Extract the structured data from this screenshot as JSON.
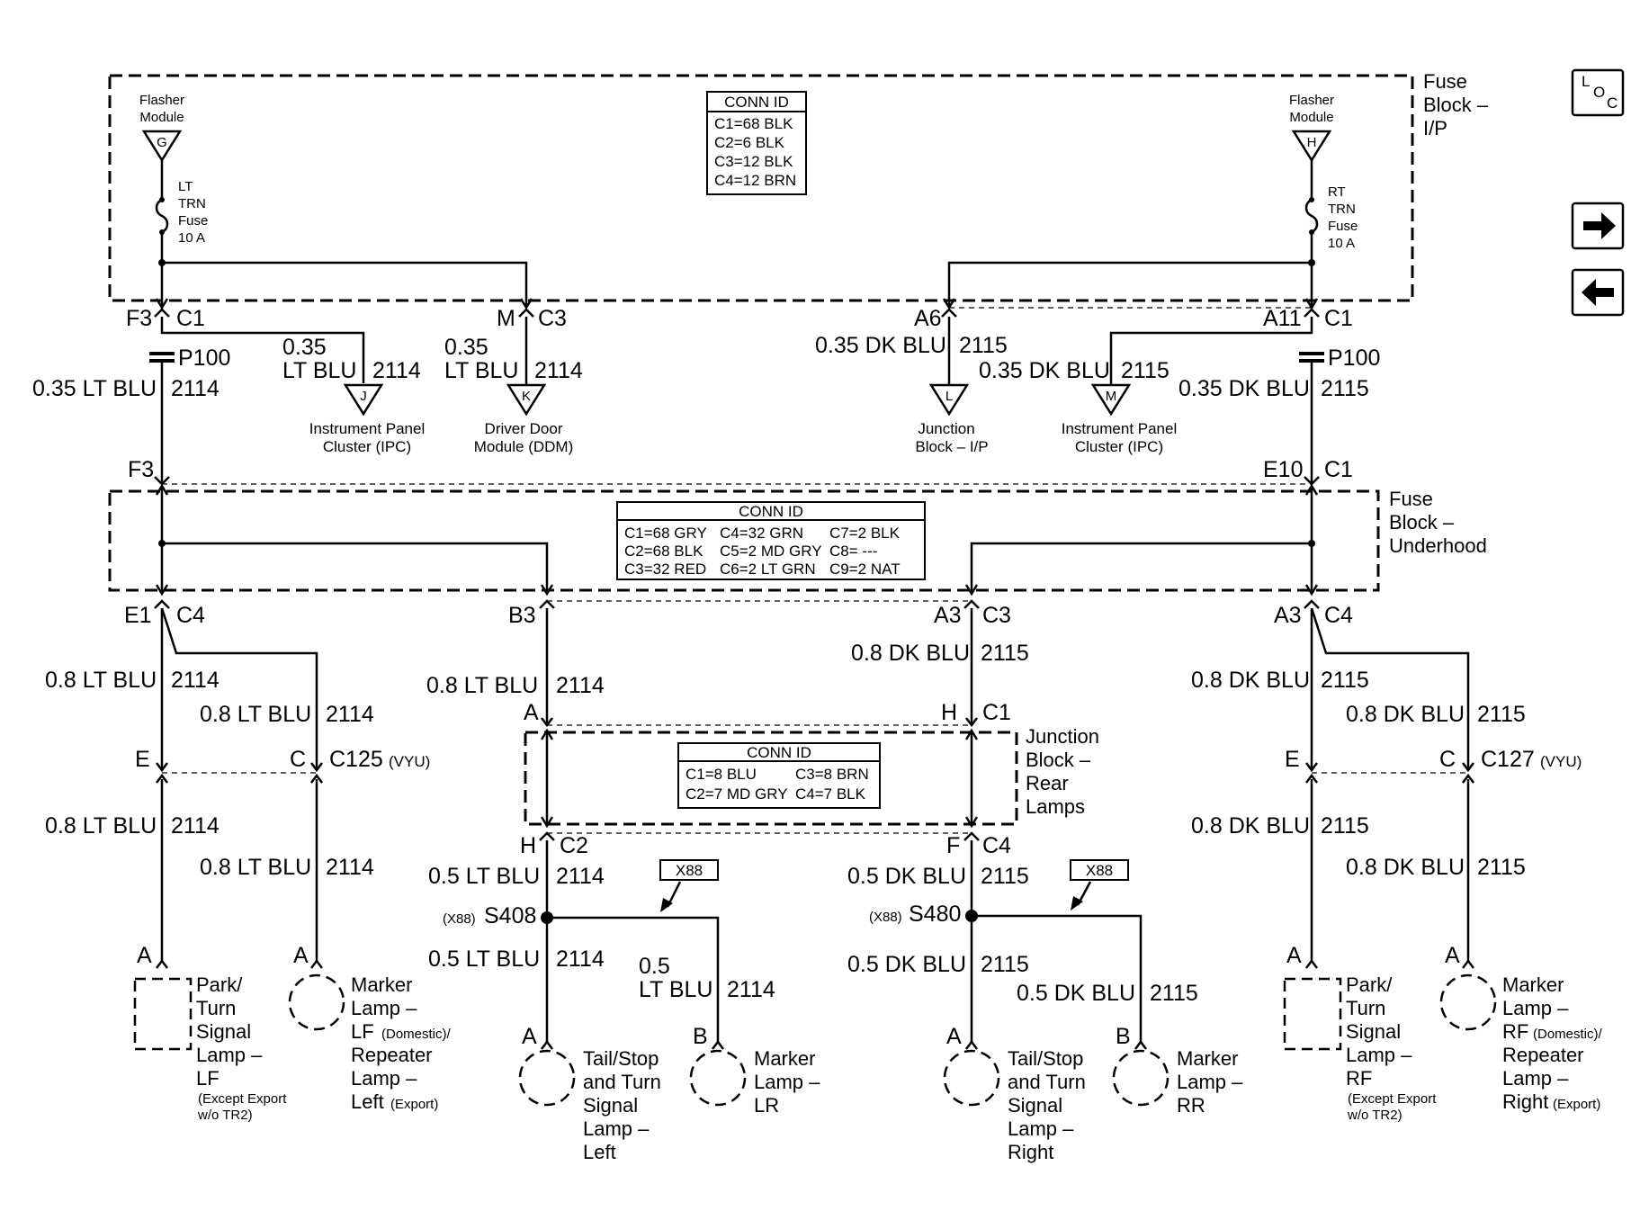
{
  "nav": {
    "loc": [
      "L",
      "O",
      "C"
    ],
    "next_icon": "right-arrow-icon",
    "prev_icon": "left-arrow-icon"
  },
  "blocks": {
    "ip": [
      "Fuse",
      "Block –",
      "I/P"
    ],
    "underhood": [
      "Fuse",
      "Block –",
      "Underhood"
    ],
    "rear": [
      "Junction",
      "Block –",
      "Rear",
      "Lamps"
    ]
  },
  "conn_ids": {
    "ip": {
      "title": "CONN ID",
      "rows": [
        "C1=68 BLK",
        "C2=6 BLK",
        "C3=12 BLK",
        "C4=12 BRN"
      ]
    },
    "underhood": {
      "title": "CONN ID",
      "rows": [
        [
          "C1=68 GRY",
          "C4=32 GRN",
          "C7=2 BLK"
        ],
        [
          "C2=68 BLK",
          "C5=2 MD GRY",
          "C8= ---"
        ],
        [
          "C3=32 RED",
          "C6=2 LT GRN",
          "C9=2 NAT"
        ]
      ]
    },
    "rear": {
      "title": "CONN ID",
      "rows": [
        [
          "C1=8 BLU",
          "C3=8 BRN"
        ],
        [
          "C2=7 MD GRY",
          "C4=7 BLK"
        ]
      ]
    }
  },
  "flasher": {
    "left": {
      "label": [
        "Flasher",
        "Module"
      ],
      "pin": "G",
      "fuse": [
        "LT",
        "TRN",
        "Fuse",
        "10 A"
      ]
    },
    "right": {
      "label": [
        "Flasher",
        "Module"
      ],
      "pin": "H",
      "fuse": [
        "RT",
        "TRN",
        "Fuse",
        "10 A"
      ]
    }
  },
  "destinations": {
    "j": {
      "pin": "J",
      "label": [
        "Instrument Panel",
        "Cluster (IPC)"
      ]
    },
    "k": {
      "pin": "K",
      "label": [
        "Driver Door",
        "Module (DDM)"
      ]
    },
    "l": {
      "pin": "L",
      "label": [
        "Junction",
        "Block – I/P"
      ]
    },
    "m": {
      "pin": "M",
      "label": [
        "Instrument Panel",
        "Cluster (IPC)"
      ]
    }
  },
  "pins": {
    "f3_top": "F3",
    "c1_left": "C1",
    "m": "M",
    "c3_top": "C3",
    "a6": "A6",
    "a11": "A11",
    "c1_right": "C1",
    "p100": "P100",
    "f3_mid": "F3",
    "e10": "E10",
    "c1_mid": "C1",
    "e1": "E1",
    "c4_left": "C4",
    "b3": "B3",
    "a3_mid": "A3",
    "c3_mid": "C3",
    "a3_right": "A3",
    "c4_right": "C4",
    "a_rear": "A",
    "h_rear": "H",
    "c1_rear": "C1",
    "h_c2": "H",
    "c2": "C2",
    "f_c4": "F",
    "c4_rear": "C4",
    "e": "E",
    "c": "C",
    "c125": "C125",
    "c127": "C127",
    "vyu": "(VYU)",
    "s408": "S408",
    "s480": "S480",
    "x88_small": "(X88)",
    "x88": "X88",
    "a": "A",
    "b": "B"
  },
  "wires": {
    "035": "0.35",
    "lt_blu": "LT BLU",
    "dk_blu": "DK BLU",
    "035_lt_blu": "0.35 LT BLU",
    "035_dk_blu": "0.35 DK BLU",
    "08_lt_blu": "0.8 LT BLU",
    "08_dk_blu": "0.8 DK BLU",
    "05_lt_blu": "0.5 LT BLU",
    "05_dk_blu": "0.5 DK BLU",
    "05": "0.5",
    "c2114": "2114",
    "c2115": "2115"
  },
  "lamps": {
    "park_lf": [
      "Park/",
      "Turn",
      "Signal",
      "Lamp –",
      "LF"
    ],
    "park_rf": [
      "Park/",
      "Turn",
      "Signal",
      "Lamp –",
      "RF"
    ],
    "except": [
      "(Except Export",
      "w/o TR2)"
    ],
    "marker_lf": [
      "Marker",
      "Lamp –",
      "LF",
      "(Domestic)/",
      "Repeater",
      "Lamp –",
      "Left",
      "(Export)"
    ],
    "marker_rf": [
      "Marker",
      "Lamp –",
      "RF",
      "(Domestic)/",
      "Repeater",
      "Lamp –",
      "Right",
      "(Export)"
    ],
    "tail_left": [
      "Tail/Stop",
      "and Turn",
      "Signal",
      "Lamp –",
      "Left"
    ],
    "tail_right": [
      "Tail/Stop",
      "and Turn",
      "Signal",
      "Lamp –",
      "Right"
    ],
    "marker_lr": [
      "Marker",
      "Lamp –",
      "LR"
    ],
    "marker_rr": [
      "Marker",
      "Lamp –",
      "RR"
    ]
  }
}
